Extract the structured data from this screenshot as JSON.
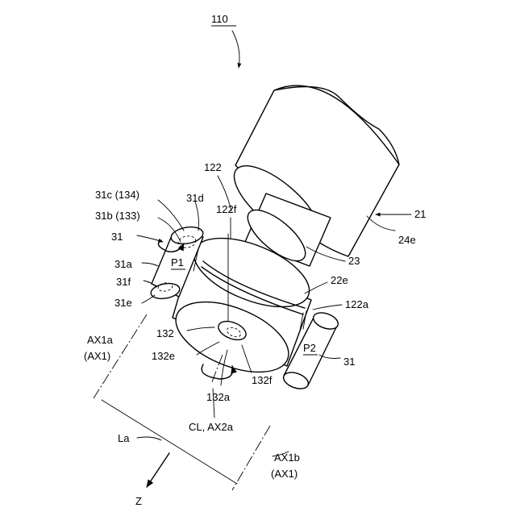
{
  "figure": {
    "labels": {
      "l110": "110",
      "l21": "21",
      "l24e": "24e",
      "l122": "122",
      "l31d": "31d",
      "l122f": "122f",
      "l31c": "31c (134)",
      "l31b": "31b (133)",
      "l31_top": "31",
      "l31a": "31a",
      "lP1": "P1",
      "l31f": "31f",
      "l31e": "31e",
      "l23": "23",
      "l22e": "22e",
      "l122a": "122a",
      "lAX1a": "AX1a",
      "lAX1_1": "(AX1)",
      "l132": "132",
      "l132e": "132e",
      "l132f": "132f",
      "l132a": "132a",
      "lP2": "P2",
      "l31_right": "31",
      "lCL": "CL, AX2a",
      "lLa": "La",
      "lAX1b": "AX1b",
      "lAX1_2": "(AX1)",
      "lZ": "Z"
    }
  }
}
